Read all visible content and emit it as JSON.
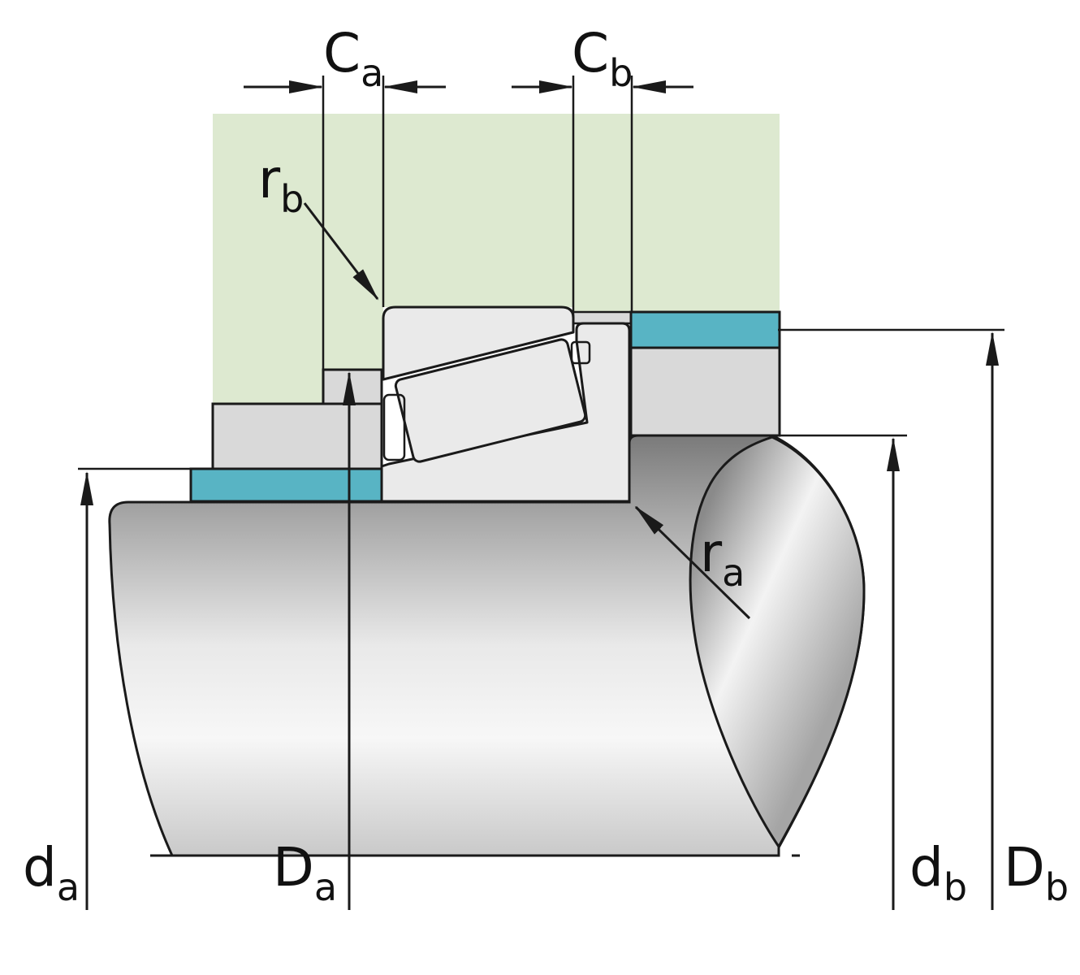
{
  "diagram": {
    "labels": {
      "Ca": {
        "main": "C",
        "sub": "a"
      },
      "Cb": {
        "main": "C",
        "sub": "b"
      },
      "rb": {
        "main": "r",
        "sub": "b"
      },
      "ra": {
        "main": "r",
        "sub": "a"
      },
      "da": {
        "main": "d",
        "sub": "a"
      },
      "Da": {
        "main": "D",
        "sub": "a"
      },
      "db": {
        "main": "d",
        "sub": "b"
      },
      "Db": {
        "main": "D",
        "sub": "b"
      }
    },
    "colors": {
      "housing_green": "#dde9d0",
      "abutment_teal": "#58b4c4",
      "metal_fill": "#eaeaea",
      "gray_fill": "#d9d9d9",
      "outline": "#1a1a1a"
    }
  }
}
